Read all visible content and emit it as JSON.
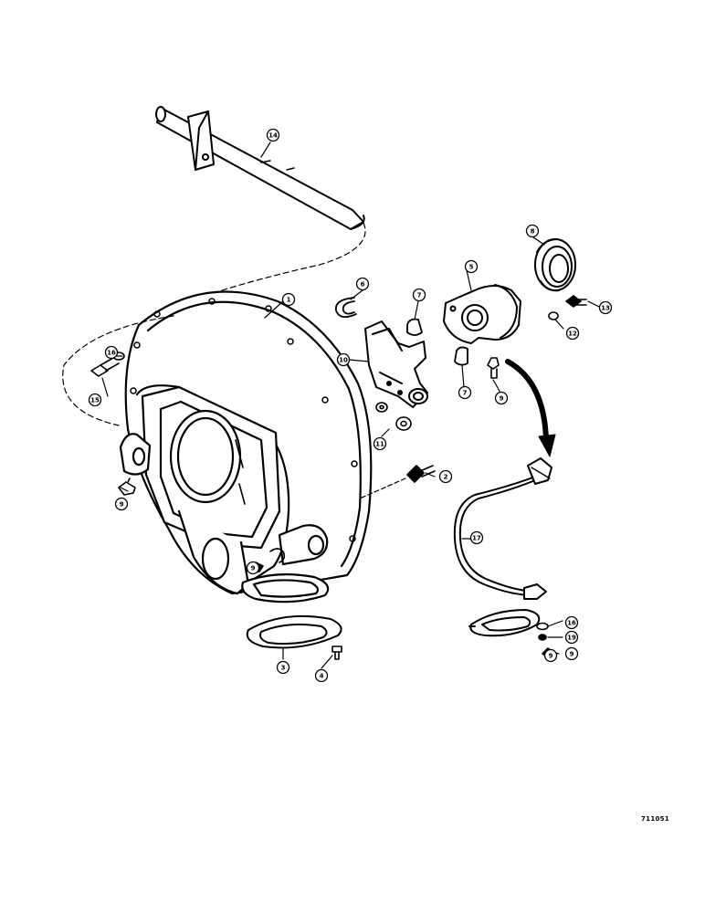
{
  "callouts": {
    "c1": "1",
    "c2": "2",
    "c3": "3",
    "c4": "4",
    "c5": "5",
    "c6": "6",
    "c7a": "7",
    "c7b": "7",
    "c8": "8",
    "c9a": "9",
    "c9b": "9",
    "c9c": "9",
    "c9d": "9",
    "c9e": "9",
    "c10": "10",
    "c11": "11",
    "c12": "12",
    "c13": "13",
    "c14": "14",
    "c15": "15",
    "c16a": "16",
    "c16b": "16",
    "c17": "17",
    "c19": "19"
  },
  "reference_number": "711051"
}
